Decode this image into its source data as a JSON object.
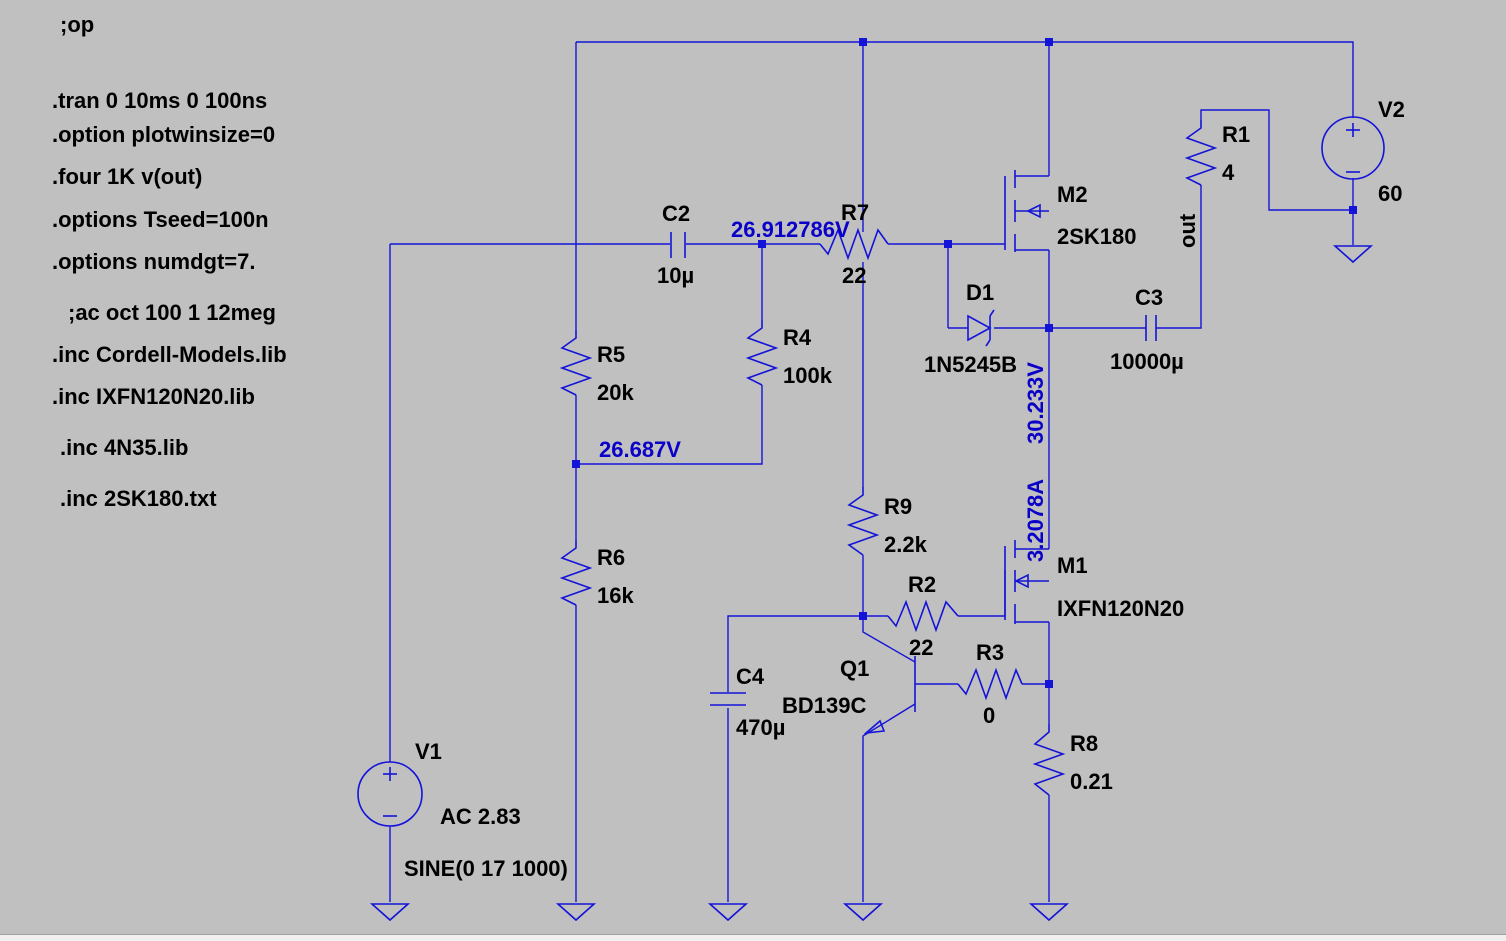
{
  "directives": [
    ";op",
    ".tran 0 10ms 0 100ns",
    ".option plotwinsize=0",
    ".four 1K v(out)",
    ".options Tseed=100n",
    ".options numdgt=7.",
    ";ac oct 100 1 12meg",
    ".inc Cordell-Models.lib",
    ".inc IXFN120N20.lib",
    ".inc 4N35.lib",
    ".inc 2SK180.txt"
  ],
  "components": {
    "c2": {
      "name": "C2",
      "value": "10µ"
    },
    "r7": {
      "name": "R7",
      "value": "22"
    },
    "m2": {
      "name": "M2",
      "value": "2SK180"
    },
    "r1": {
      "name": "R1",
      "value": "4"
    },
    "v2": {
      "name": "V2",
      "value": "60"
    },
    "d1": {
      "name": "D1",
      "value": "1N5245B"
    },
    "c3": {
      "name": "C3",
      "value": "10000µ"
    },
    "r4": {
      "name": "R4",
      "value": "100k"
    },
    "r5": {
      "name": "R5",
      "value": "20k"
    },
    "r6": {
      "name": "R6",
      "value": "16k"
    },
    "r9": {
      "name": "R9",
      "value": "2.2k"
    },
    "m1": {
      "name": "M1",
      "value": "IXFN120N20"
    },
    "r2": {
      "name": "R2",
      "value": "22"
    },
    "r3": {
      "name": "R3",
      "value": "0"
    },
    "q1": {
      "name": "Q1",
      "value": "BD139C"
    },
    "c4": {
      "name": "C4",
      "value": "470µ"
    },
    "r8": {
      "name": "R8",
      "value": "0.21"
    },
    "v1": {
      "name": "V1",
      "value_ac": "AC 2.83",
      "value_sine": "SINE(0 17 1000)"
    }
  },
  "net_labels": {
    "out": "out"
  },
  "probes": {
    "p1": "26.912786V",
    "p2": "26.687V",
    "p3": "30.233V",
    "p4": "3.2078A"
  },
  "colors": {
    "wire": "#1414d8",
    "probe": "#0a00c8",
    "background": "#c0c0c0"
  }
}
